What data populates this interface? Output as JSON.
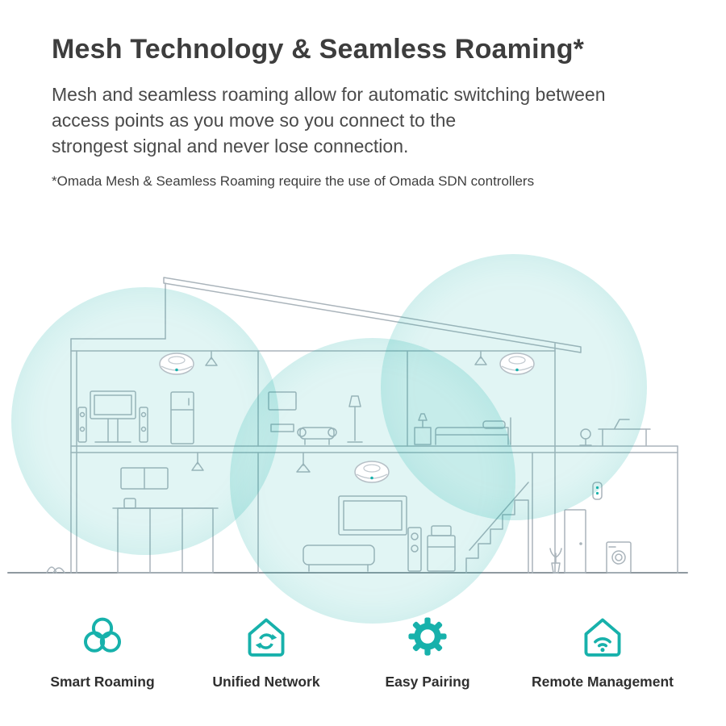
{
  "header": {
    "title": "Mesh Technology & Seamless Roaming*",
    "description_lines": [
      "Mesh and seamless roaming allow for automatic switching between",
      "access points as you move so you connect to the",
      "strongest signal and never lose connection."
    ],
    "footnote": "*Omada Mesh & Seamless Roaming require the use of Omada SDN controllers"
  },
  "diagram": {
    "description": "Cross-section of a two-story house with three ceiling-mounted access points and overlapping teal wireless coverage circles",
    "access_points": [
      {
        "name": "access-point-upper-left"
      },
      {
        "name": "access-point-upper-right"
      },
      {
        "name": "access-point-lower-middle"
      }
    ]
  },
  "features": [
    {
      "label": "Smart Roaming",
      "icon": "roaming-rings-icon"
    },
    {
      "label": "Unified Network",
      "icon": "house-sync-icon"
    },
    {
      "label": "Easy Pairing",
      "icon": "gear-icon"
    },
    {
      "label": "Remote Management",
      "icon": "house-wifi-icon"
    }
  ],
  "colors": {
    "accent": "#17b1ab",
    "coverage_fill": "rgba(25,178,172,0.13)",
    "line_art": "#aab4bb",
    "title_text": "#3d3d3d",
    "body_text": "#4a4a4a"
  }
}
